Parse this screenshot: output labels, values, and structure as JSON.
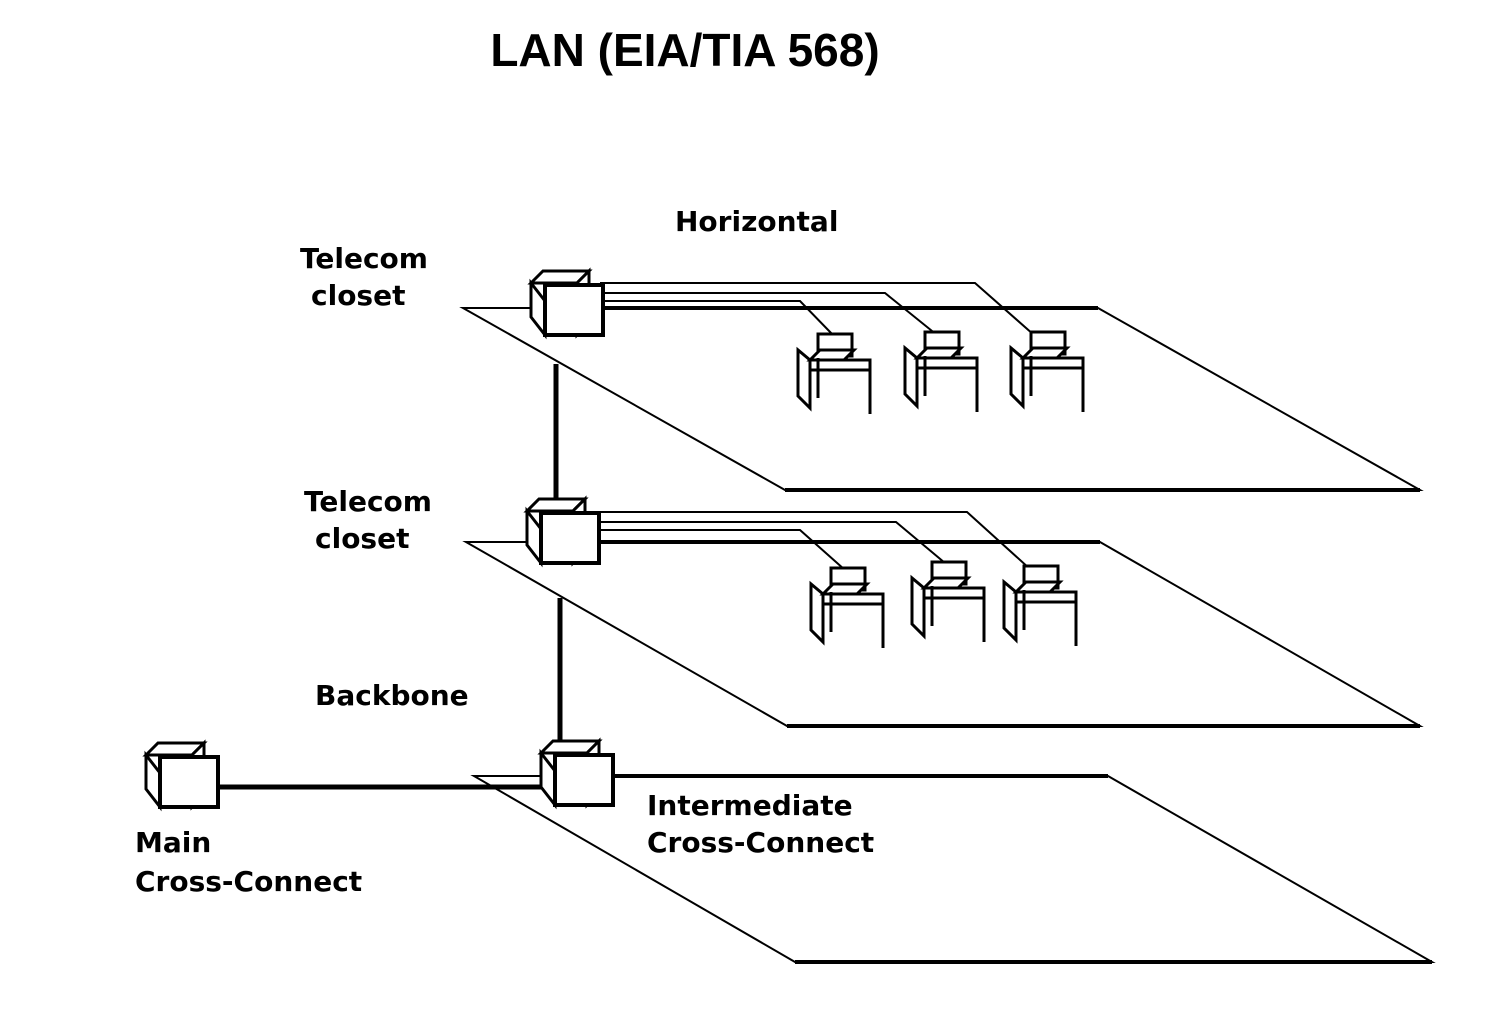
{
  "title": "LAN (EIA/TIA 568)",
  "labels": {
    "horizontal": "Horizontal",
    "backbone": "Backbone",
    "telecom_closet_upper": [
      "Telecom",
      "closet"
    ],
    "telecom_closet_middle": [
      "Telecom",
      "closet"
    ],
    "main_cross_connect": [
      "Main",
      "Cross-Connect"
    ],
    "intermediate_cross_connect": [
      "Intermediate",
      "Cross-Connect"
    ]
  }
}
